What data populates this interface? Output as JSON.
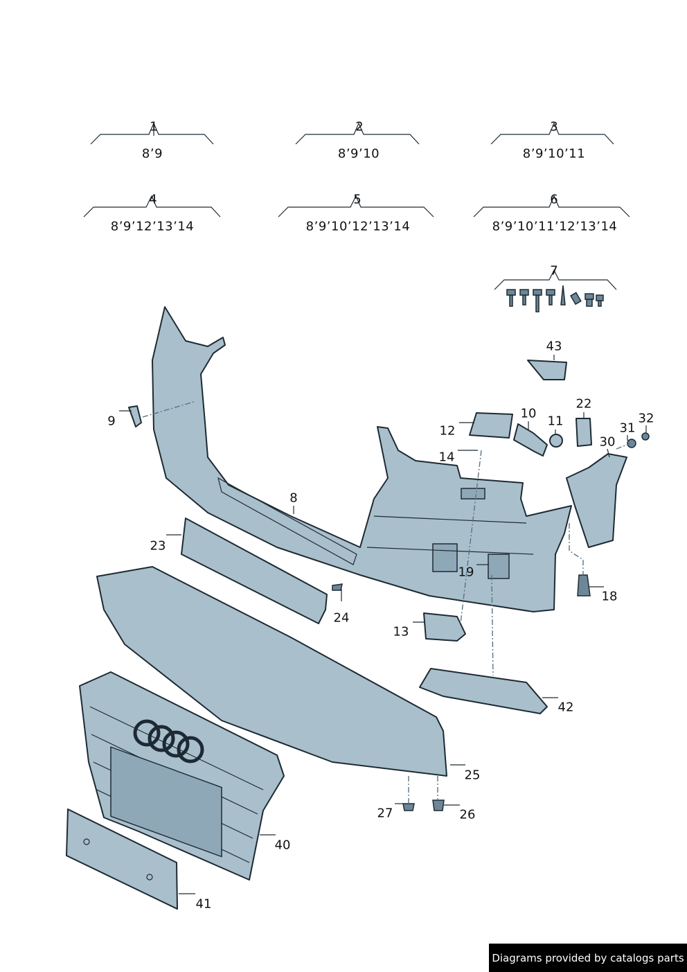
{
  "groups": [
    {
      "number": "1",
      "contents": "8’9"
    },
    {
      "number": "2",
      "contents": "8’9’10"
    },
    {
      "number": "3",
      "contents": "8’9’10’11"
    },
    {
      "number": "4",
      "contents": "8’9’12’13’14"
    },
    {
      "number": "5",
      "contents": "8’9’10’12’13’14"
    },
    {
      "number": "6",
      "contents": "8’9’10’11’12’13’14"
    },
    {
      "number": "7",
      "contents": ""
    }
  ],
  "callouts": {
    "p8": "8",
    "p9": "9",
    "p10": "10",
    "p11": "11",
    "p12": "12",
    "p13": "13",
    "p14": "14",
    "p18": "18",
    "p19": "19",
    "p22": "22",
    "p23": "23",
    "p24": "24",
    "p25": "25",
    "p26": "26",
    "p27": "27",
    "p30": "30",
    "p31": "31",
    "p32": "32",
    "p40": "40",
    "p41": "41",
    "p42": "42",
    "p43": "43"
  },
  "footer": {
    "text": "Diagrams provided by catalogs parts"
  }
}
